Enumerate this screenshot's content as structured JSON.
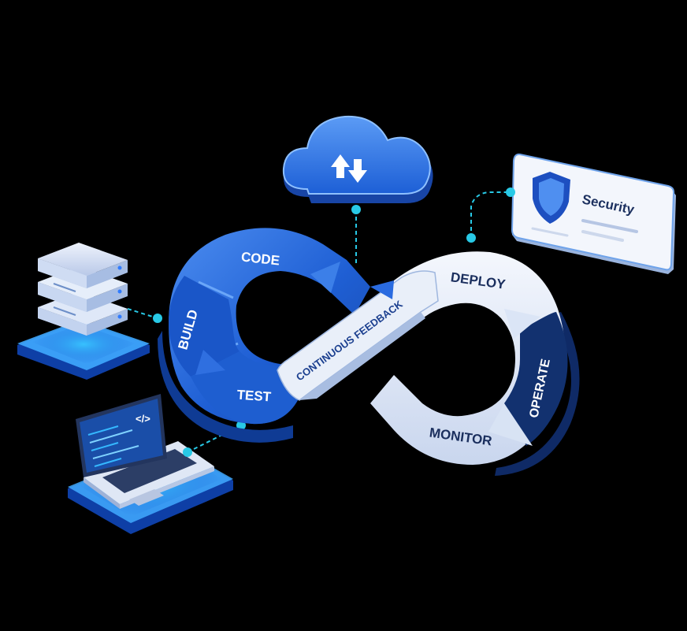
{
  "loop": {
    "stages": {
      "code": "CODE",
      "build": "BUILD",
      "test": "TEST",
      "deploy": "DEPLOY",
      "operate": "OPERATE",
      "monitor": "MONITOR"
    },
    "feedback_label": "CONTINUOUS FEEDBACK"
  },
  "security_card": {
    "title": "Security"
  },
  "icons": {
    "cloud": "cloud-sync-icon",
    "server": "server-stack-icon",
    "laptop": "laptop-code-icon",
    "shield": "shield-icon"
  },
  "colors": {
    "background": "#000000",
    "primary_blue": "#1e63d6",
    "dark_navy": "#0f2a66",
    "light_segment": "#e8eef9",
    "connector": "#28c9e6"
  }
}
